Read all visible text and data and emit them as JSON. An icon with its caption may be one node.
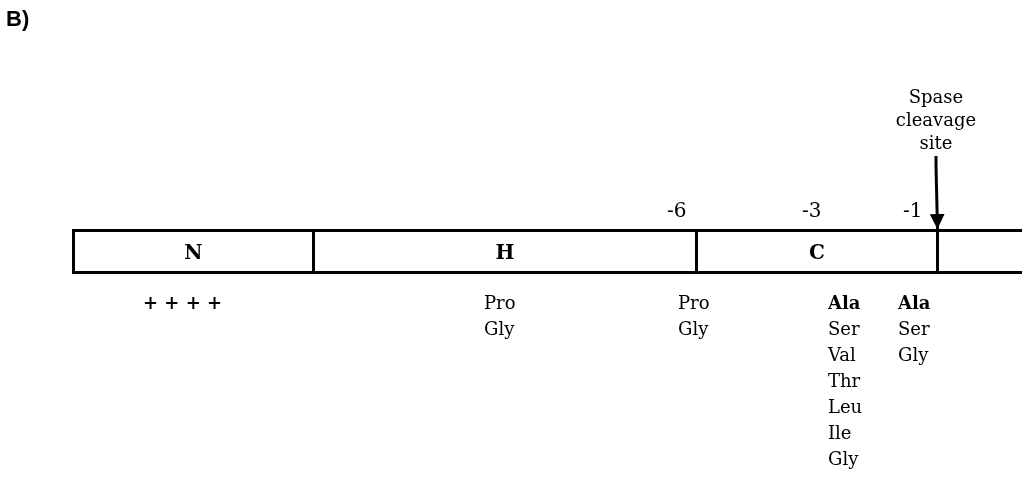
{
  "diagram": {
    "nodes": [
      {
        "text": [
          "N"
        ]
      },
      {
        "text": [
          "H"
        ]
      },
      {
        "text": [
          "C"
        ]
      },
      {
        "text": [],
        "shape": "box"
      },
      {
        "text": [
          "Spase cleavage site"
        ]
      }
    ],
    "edges": [
      {
        "from": 4,
        "to": 3,
        "arrow": "to"
      }
    ],
    "labels": [
      "B)",
      "-6",
      "-3",
      "-1",
      "+ + + +",
      "Pro",
      "Gly",
      "Pro",
      "Gly",
      "Ala",
      "Ser",
      "Val",
      "Thr",
      "Leu",
      "Ile",
      "Gly",
      "Ala",
      "Ser",
      "Gly"
    ]
  }
}
